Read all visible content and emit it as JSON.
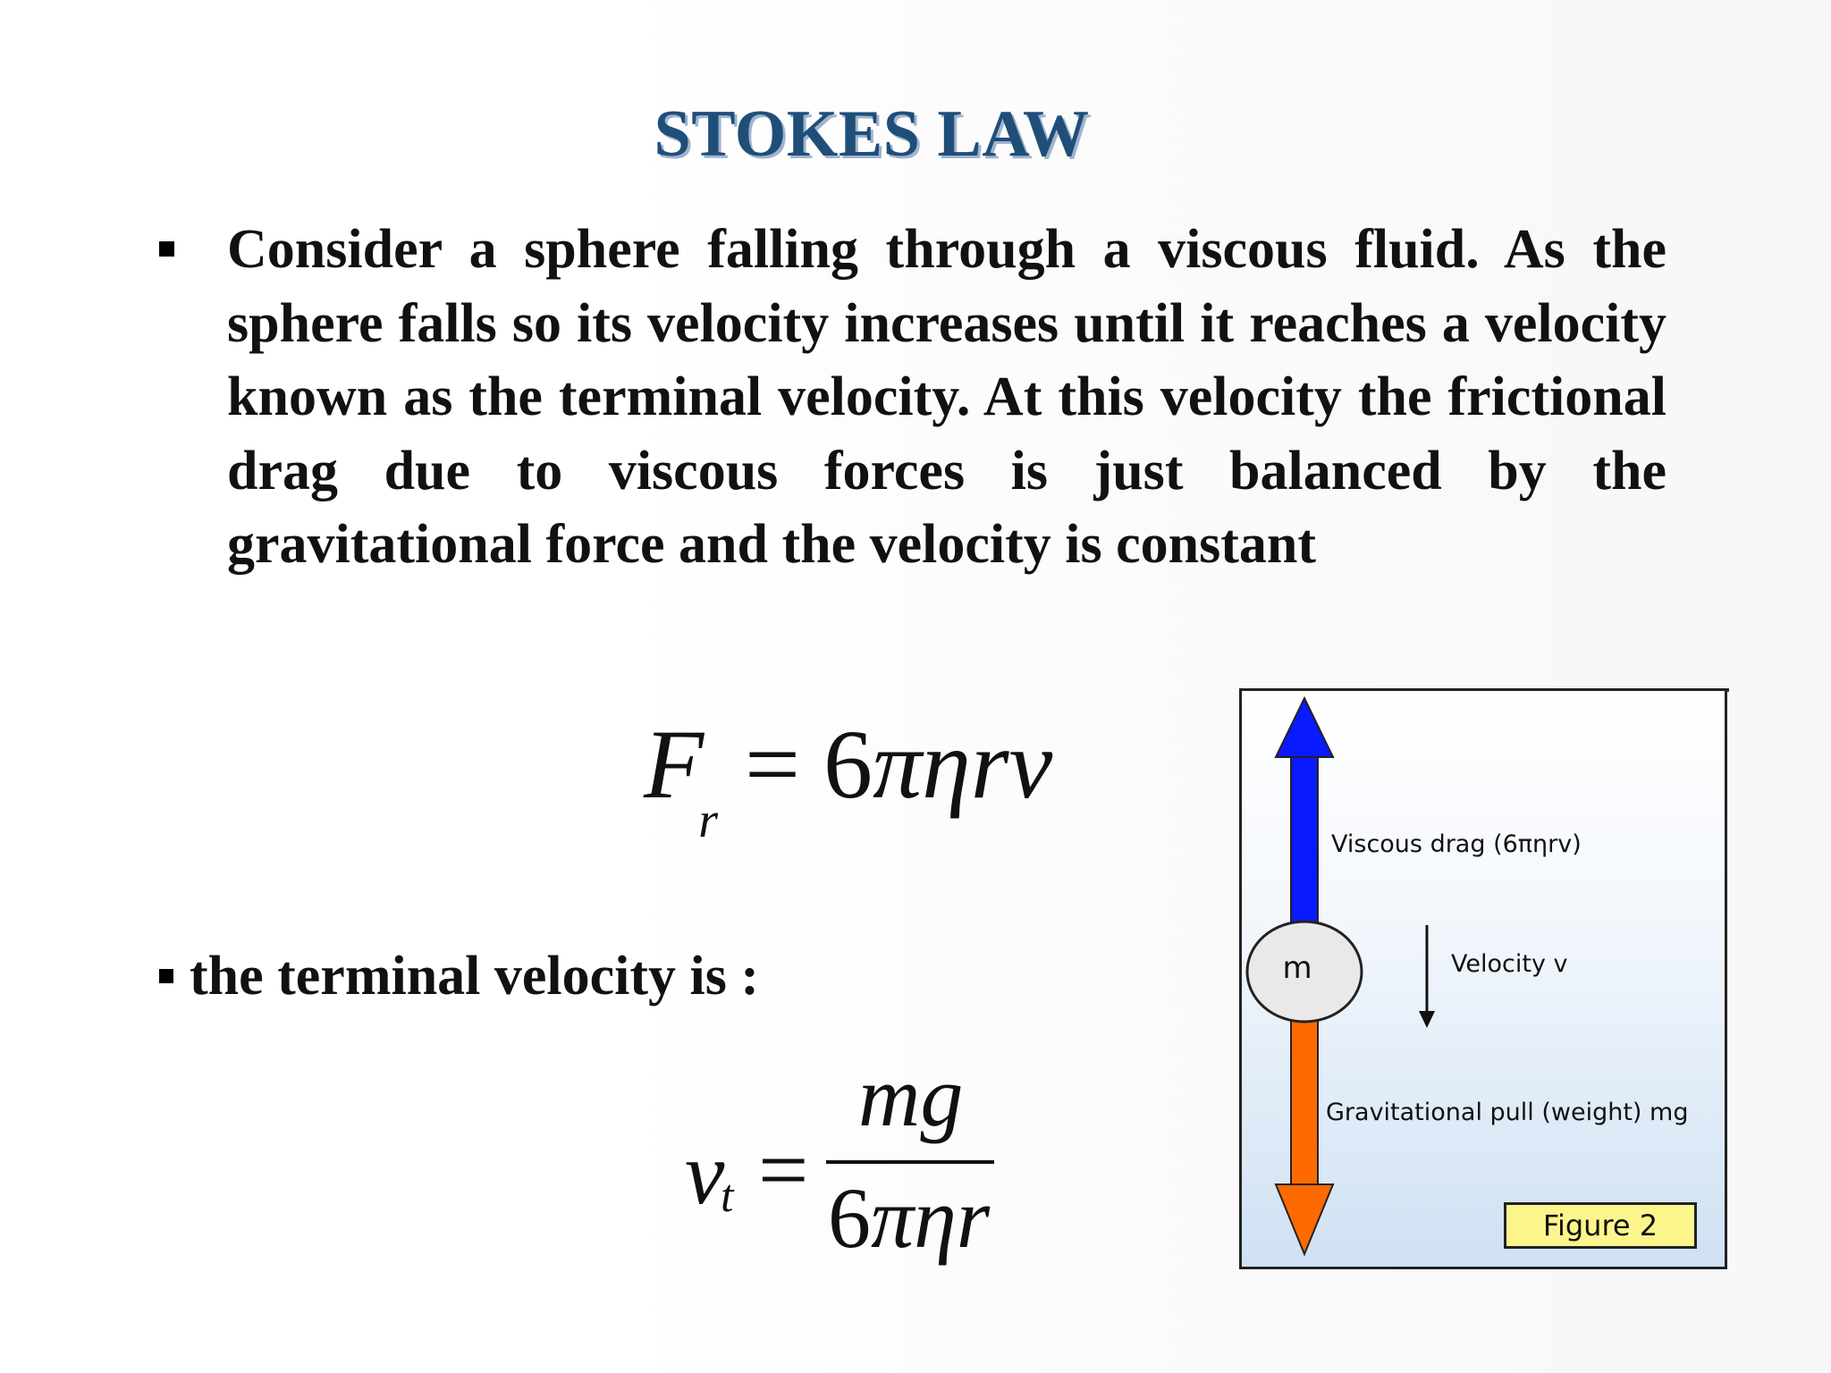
{
  "slide": {
    "title": "STOKES LAW",
    "paragraph": "Consider a sphere falling through a viscous fluid. As the sphere falls so its velocity increases until it reaches a velocity known as the terminal velocity. At this velocity the frictional drag due to viscous forces is just balanced by the gravitational force and the velocity is constant",
    "equation1": {
      "lhs": "F",
      "lhs_sub": "r",
      "equals": "=",
      "rhs_num": "6",
      "rhs_symbols": "πηrv"
    },
    "bullet2": "the terminal velocity is :",
    "equation2": {
      "lhs": "v",
      "lhs_sub": "t",
      "equals": "=",
      "numerator": "mg",
      "denominator_num": "6",
      "denominator_symbols": "πηr"
    },
    "figure": {
      "drag_label": "Viscous drag   (6πηrv)",
      "mass_label": "m",
      "velocity_label": "Velocity v",
      "gravity_label": "Gravitational pull (weight) mg",
      "caption": "Figure 2",
      "colors": {
        "drag_arrow": "#0a1aff",
        "gravity_arrow": "#ff6a00",
        "caption_bg": "#fbf58c",
        "title": "#1f4e79"
      }
    }
  }
}
